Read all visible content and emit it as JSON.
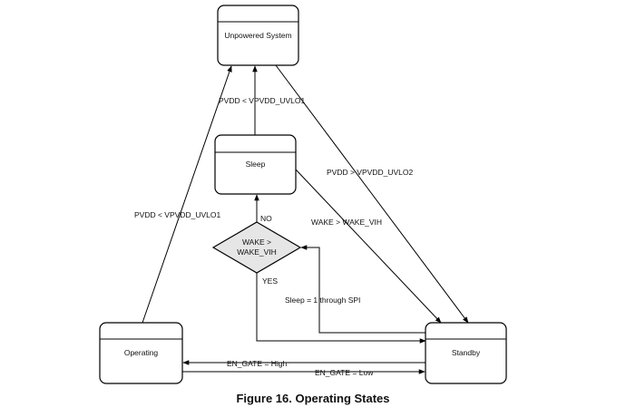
{
  "states": {
    "unpowered": "Unpowered System",
    "sleep": "Sleep",
    "operating": "Operating",
    "standby": "Standby"
  },
  "decision": {
    "line1": "WAKE >",
    "line2": "WAKE_VIH",
    "no_label": "NO",
    "yes_label": "YES"
  },
  "transitions": {
    "sleep_to_unpowered": "PVDD < VPVDD_UVLO1",
    "unpowered_to_standby": "PVDD > VPVDD_UVLO2",
    "operating_to_unpowered": "PVDD < VPVDD_UVLO1",
    "sleep_to_standby": "WAKE > WAKE_VIH",
    "standby_to_sleep": "Sleep = 1 through SPI",
    "standby_to_operating": "EN_GATE = High",
    "operating_to_standby": "EN_GATE = Low"
  },
  "caption": "Figure 16.  Operating States"
}
